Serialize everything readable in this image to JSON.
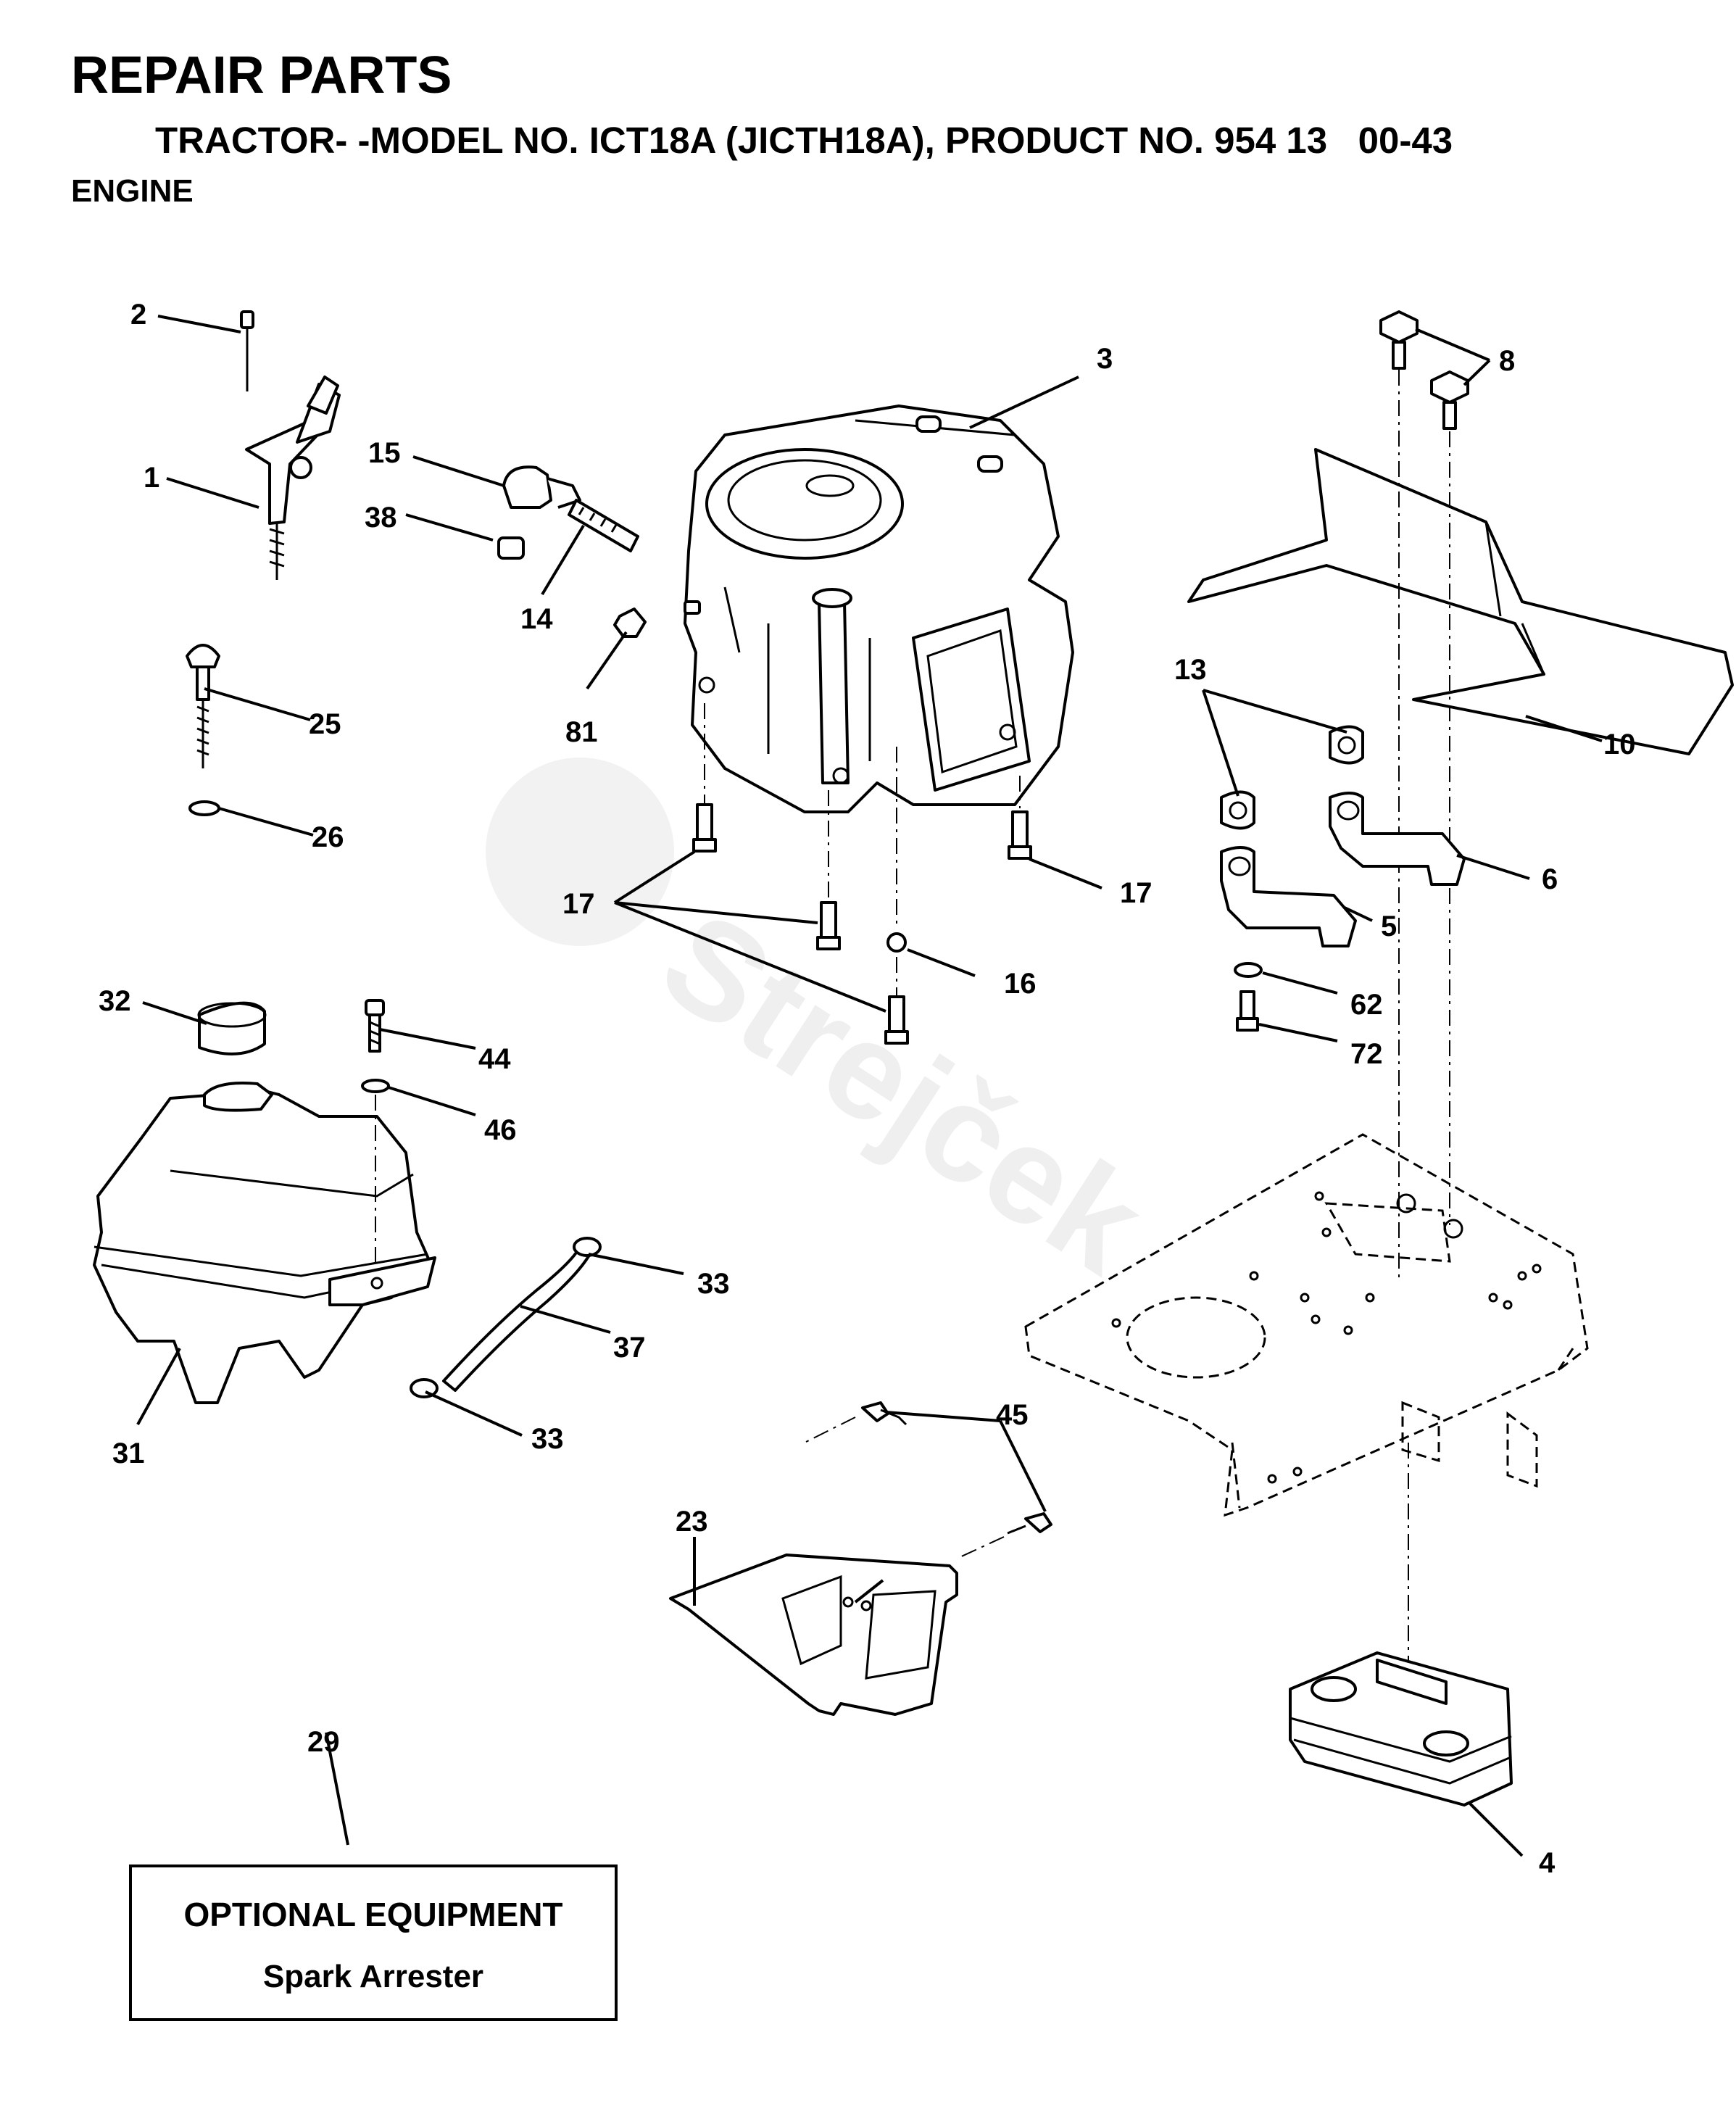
{
  "header": {
    "title": "REPAIR PARTS",
    "subtitle": "TRACTOR- -MODEL NO. ICT18A (JICTH18A), PRODUCT NO. 954 13   00-43",
    "section": "ENGINE"
  },
  "callouts": {
    "c1": "1",
    "c2": "2",
    "c3": "3",
    "c4": "4",
    "c5": "5",
    "c6": "6",
    "c8": "8",
    "c10": "10",
    "c13": "13",
    "c14": "14",
    "c15": "15",
    "c16": "16",
    "c17a": "17",
    "c17b": "17",
    "c23": "23",
    "c25": "25",
    "c26": "26",
    "c29": "29",
    "c31": "31",
    "c32": "32",
    "c33a": "33",
    "c33b": "33",
    "c37": "37",
    "c38": "38",
    "c44": "44",
    "c45": "45",
    "c46": "46",
    "c62": "62",
    "c72": "72",
    "c81": "81"
  },
  "optional_equipment": {
    "title": "OPTIONAL EQUIPMENT",
    "item": "Spark Arrester"
  },
  "watermark": {
    "text": "Strejček"
  }
}
